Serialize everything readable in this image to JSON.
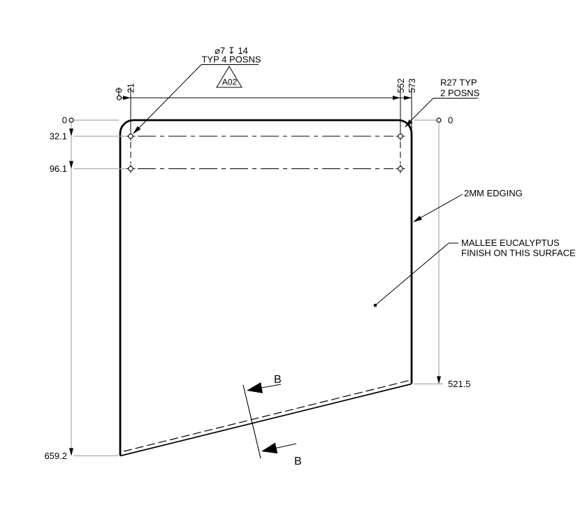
{
  "drawing": {
    "dims_top": [
      "0",
      "21",
      "552",
      "573"
    ],
    "dims_left": [
      "0",
      "32.1",
      "96.1",
      "659.2"
    ],
    "dims_right": [
      "0",
      "521.5"
    ],
    "hole_callout": {
      "spec": "⌀7 ↧ 14",
      "typ": "TYP 4 POSNS",
      "tag": "A02"
    },
    "radius_callout": {
      "spec": "R27 TYP",
      "typ": "2 POSNS"
    },
    "edging_callout": "2MM EDGING",
    "finish_callout": {
      "line1": "MALLEE EUCALYPTUS",
      "line2": "FINISH ON THIS SURFACE"
    },
    "section_label": "B"
  },
  "colors": {
    "line": "#000000",
    "dim_line": "#a9a9a9",
    "background": "#ffffff"
  }
}
